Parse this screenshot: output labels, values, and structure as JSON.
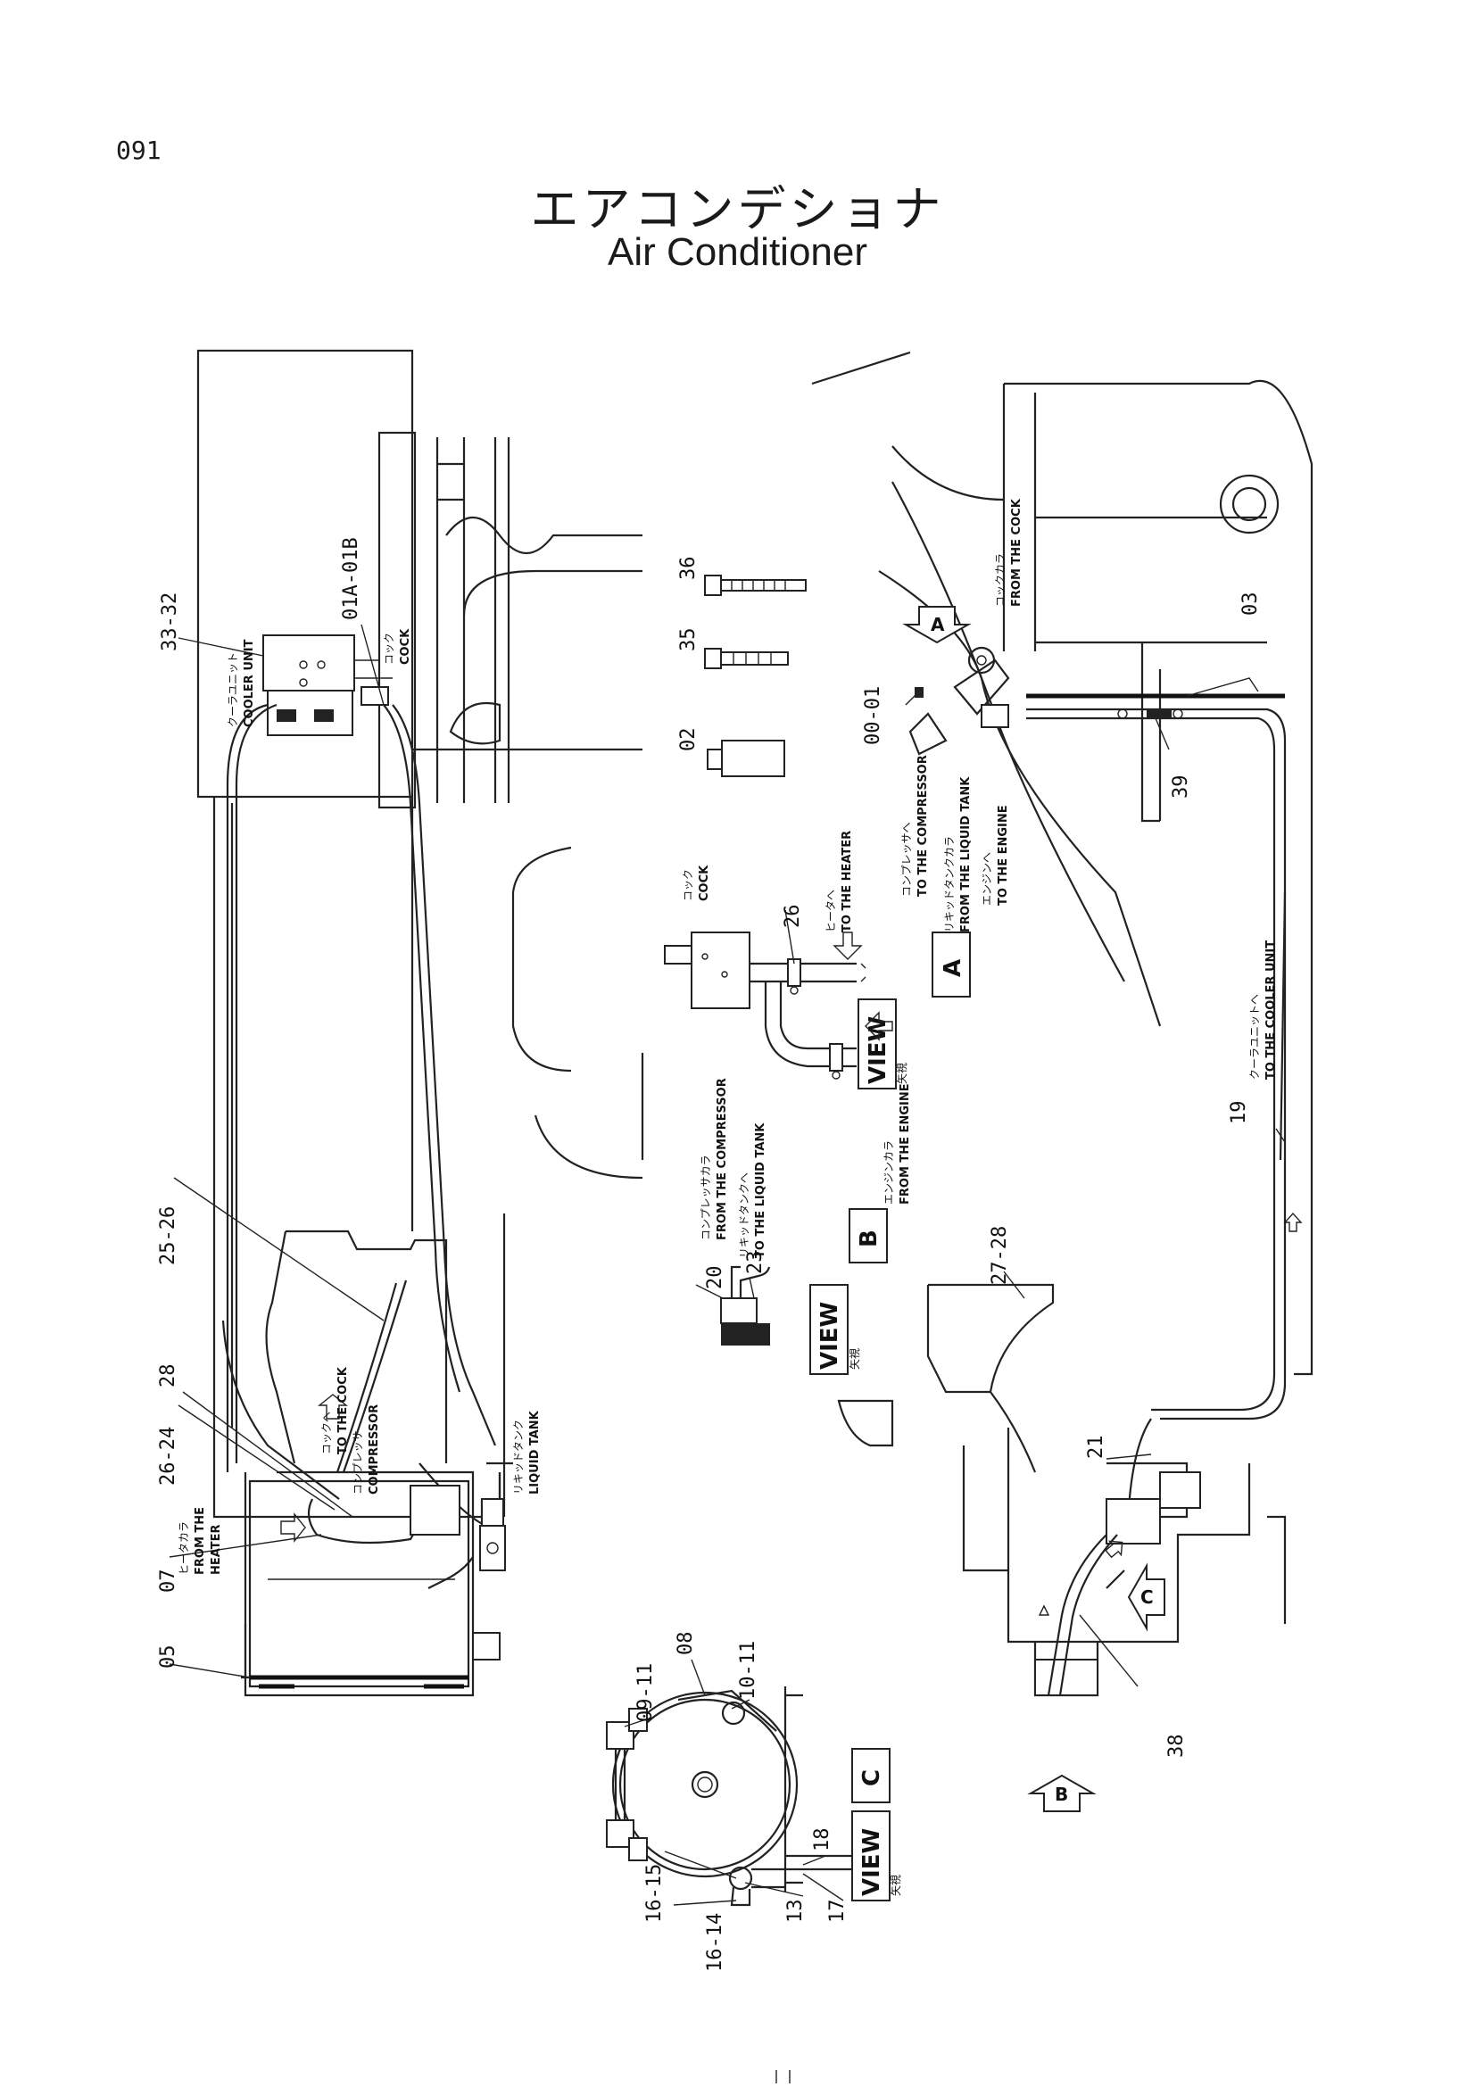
{
  "page": {
    "number": "091",
    "title_ja": "エアコンデショナ",
    "title_en": "Air Conditioner"
  },
  "part_numbers": {
    "p33_32": "33-32",
    "p01a_01b": "01A-01B",
    "p36": "36",
    "p35": "35",
    "p02": "02",
    "p00_01": "00-01",
    "p03": "03",
    "p39": "39",
    "p26_view": "26",
    "p19": "19",
    "p20": "20",
    "p23": "23",
    "p27_28": "27-28",
    "p25_26": "25-26",
    "p28": "28",
    "p26_24": "26-24",
    "p07": "07",
    "p05": "05",
    "p21": "21",
    "p38": "38",
    "p09_11": "09-11",
    "p08": "08",
    "p10_11": "10-11",
    "p18": "18",
    "p16_15": "16-15",
    "p13": "13",
    "p17": "17",
    "p16_14": "16-14"
  },
  "notes": {
    "cooler_unit_ja": "クーラユニット",
    "cooler_unit_en": "COOLER UNIT",
    "cock_ja_top": "コック",
    "cock_en_top": "COCK",
    "to_compressor_ja": "コンプレッサへ",
    "to_compressor_en": "TO THE COMPRESSOR",
    "from_liquid_tank_ja": "リキッドタンクカラ",
    "from_liquid_tank_en": "FROM THE LIQUID TANK",
    "to_engine_ja": "エンジンへ",
    "to_engine_en": "TO THE ENGINE",
    "from_cock_ja": "コックカラ",
    "from_cock_en": "FROM THE COCK",
    "cock_view_ja": "コック",
    "cock_view_en": "COCK",
    "to_heater_ja": "ヒータへ",
    "to_heater_en": "TO THE HEATER",
    "from_engine_ja": "エンジンカラ",
    "from_engine_en": "FROM THE ENGINE",
    "from_compressor_ja": "コンプレッサカラ",
    "from_compressor_en": "FROM THE COMPRESSOR",
    "to_liquid_tank_ja": "リキッドタンクへ",
    "to_liquid_tank_en": "TO THE LIQUID TANK",
    "to_cooler_unit_ja": "クーラユニットへ",
    "to_cooler_unit_en": "TO THE COOLER UNIT",
    "to_cock_ja": "コックへ",
    "to_cock_en": "TO THE COCK",
    "compressor_ja": "コンプレッサ",
    "compressor_en": "COMPRESSOR",
    "liquid_tank_ja": "リキッドタンク",
    "liquid_tank_en": "LIQUID TANK",
    "from_heater_ja": "ヒータカラ",
    "from_heater_en1": "FROM THE",
    "from_heater_en2": "HEATER"
  },
  "views": {
    "view_a_ja": "矢視",
    "view_a_en": "VIEW",
    "view_a_letter": "A",
    "view_b_ja": "矢視",
    "view_b_en": "VIEW",
    "view_b_letter": "B",
    "view_c_ja": "矢視",
    "view_c_en": "VIEW",
    "view_c_letter": "C",
    "arrow_a": "A",
    "arrow_b": "B",
    "arrow_c": "C"
  }
}
